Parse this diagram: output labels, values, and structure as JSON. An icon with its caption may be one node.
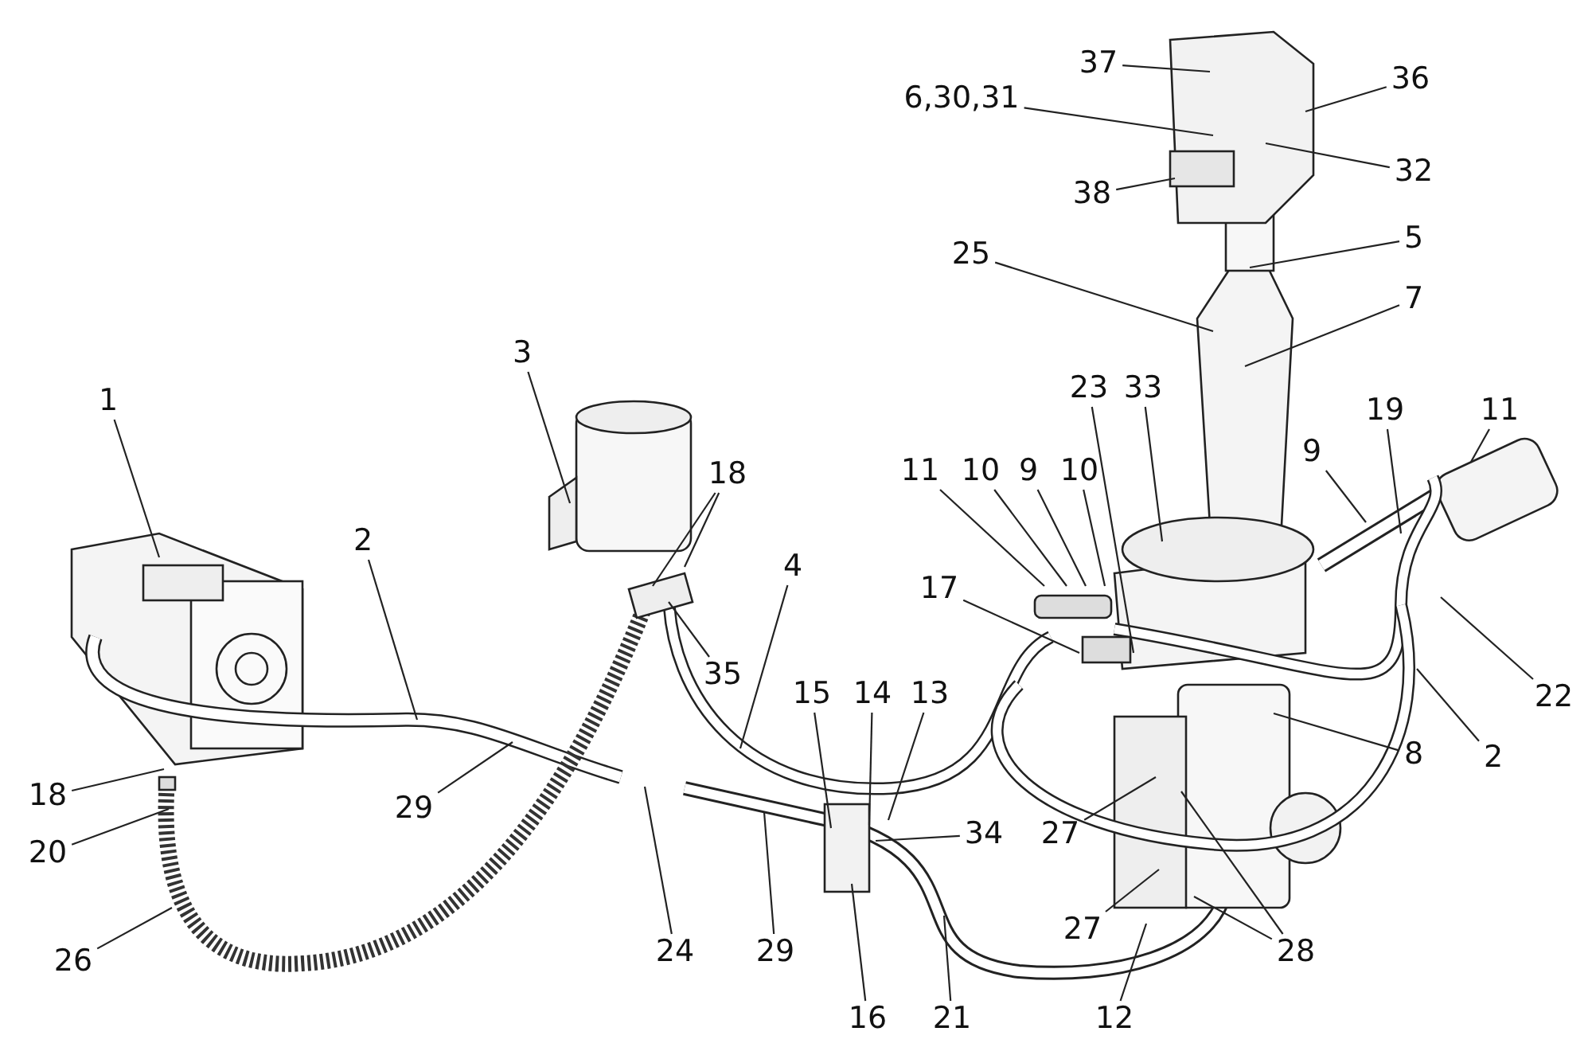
{
  "diagram": {
    "nodes": [
      {
        "text": [
          "1"
        ]
      },
      {
        "text": [
          "2"
        ]
      },
      {
        "text": [
          "3"
        ]
      },
      {
        "text": [
          "18"
        ]
      },
      {
        "text": [
          "4"
        ]
      },
      {
        "text": [
          "35"
        ]
      },
      {
        "text": [
          "29"
        ]
      },
      {
        "text": [
          "24"
        ]
      },
      {
        "text": [
          "29"
        ]
      },
      {
        "text": [
          "18"
        ]
      },
      {
        "text": [
          "20"
        ]
      },
      {
        "text": [
          "26"
        ]
      },
      {
        "text": [
          "15"
        ]
      },
      {
        "text": [
          "14"
        ]
      },
      {
        "text": [
          "13"
        ]
      },
      {
        "text": [
          "34"
        ]
      },
      {
        "text": [
          "16"
        ]
      },
      {
        "text": [
          "21"
        ]
      },
      {
        "text": [
          "12"
        ]
      },
      {
        "text": [
          "27"
        ]
      },
      {
        "text": [
          "27"
        ]
      },
      {
        "text": [
          "28"
        ]
      },
      {
        "text": [
          "11"
        ]
      },
      {
        "text": [
          "10"
        ]
      },
      {
        "text": [
          "9"
        ]
      },
      {
        "text": [
          "10"
        ]
      },
      {
        "text": [
          "17"
        ]
      },
      {
        "text": [
          "23"
        ]
      },
      {
        "text": [
          "33"
        ]
      },
      {
        "text": [
          "25"
        ]
      },
      {
        "text": [
          "7"
        ]
      },
      {
        "text": [
          "5"
        ]
      },
      {
        "text": [
          "37"
        ]
      },
      {
        "text": [
          "36"
        ]
      },
      {
        "text": [
          "6,30,31"
        ]
      },
      {
        "text": [
          "32"
        ]
      },
      {
        "text": [
          "38"
        ]
      },
      {
        "text": [
          "11"
        ]
      },
      {
        "text": [
          "19"
        ]
      },
      {
        "text": [
          "9"
        ]
      },
      {
        "text": [
          "22"
        ]
      },
      {
        "text": [
          "2"
        ]
      },
      {
        "text": [
          "8"
        ]
      }
    ],
    "edges": [
      {
        "from": 0,
        "to": null,
        "arrow": "none"
      },
      {
        "from": 1,
        "to": null,
        "arrow": "none"
      },
      {
        "from": 2,
        "to": null,
        "arrow": "none"
      },
      {
        "from": 3,
        "to": null,
        "arrow": "none"
      },
      {
        "from": 3,
        "to": null,
        "arrow": "none"
      },
      {
        "from": 4,
        "to": null,
        "arrow": "none"
      },
      {
        "from": 5,
        "to": null,
        "arrow": "none"
      },
      {
        "from": 6,
        "to": null,
        "arrow": "none"
      },
      {
        "from": 7,
        "to": null,
        "arrow": "none"
      },
      {
        "from": 8,
        "to": null,
        "arrow": "none"
      },
      {
        "from": 9,
        "to": null,
        "arrow": "none"
      },
      {
        "from": 10,
        "to": null,
        "arrow": "none"
      },
      {
        "from": 11,
        "to": null,
        "arrow": "none"
      },
      {
        "from": 12,
        "to": null,
        "arrow": "none"
      },
      {
        "from": 13,
        "to": null,
        "arrow": "none"
      },
      {
        "from": 14,
        "to": null,
        "arrow": "none"
      },
      {
        "from": 15,
        "to": null,
        "arrow": "none"
      },
      {
        "from": 16,
        "to": null,
        "arrow": "none"
      },
      {
        "from": 17,
        "to": null,
        "arrow": "none"
      },
      {
        "from": 18,
        "to": null,
        "arrow": "none"
      },
      {
        "from": 19,
        "to": null,
        "arrow": "none"
      },
      {
        "from": 20,
        "to": null,
        "arrow": "none"
      },
      {
        "from": 21,
        "to": null,
        "arrow": "none"
      },
      {
        "from": 21,
        "to": null,
        "arrow": "none"
      },
      {
        "from": 22,
        "to": null,
        "arrow": "none"
      },
      {
        "from": 23,
        "to": null,
        "arrow": "none"
      },
      {
        "from": 24,
        "to": null,
        "arrow": "none"
      },
      {
        "from": 25,
        "to": null,
        "arrow": "none"
      },
      {
        "from": 26,
        "to": null,
        "arrow": "none"
      },
      {
        "from": 27,
        "to": null,
        "arrow": "none"
      },
      {
        "from": 28,
        "to": null,
        "arrow": "none"
      },
      {
        "from": 29,
        "to": null,
        "arrow": "none"
      },
      {
        "from": 30,
        "to": null,
        "arrow": "none"
      },
      {
        "from": 31,
        "to": null,
        "arrow": "none"
      },
      {
        "from": 32,
        "to": null,
        "arrow": "none"
      },
      {
        "from": 33,
        "to": null,
        "arrow": "none"
      },
      {
        "from": 34,
        "to": null,
        "arrow": "none"
      },
      {
        "from": 35,
        "to": null,
        "arrow": "none"
      },
      {
        "from": 36,
        "to": null,
        "arrow": "none"
      },
      {
        "from": 37,
        "to": null,
        "arrow": "none"
      },
      {
        "from": 38,
        "to": null,
        "arrow": "none"
      },
      {
        "from": 39,
        "to": null,
        "arrow": "none"
      },
      {
        "from": 40,
        "to": null,
        "arrow": "none"
      },
      {
        "from": 41,
        "to": null,
        "arrow": "none"
      },
      {
        "from": 42,
        "to": null,
        "arrow": "none"
      }
    ]
  }
}
